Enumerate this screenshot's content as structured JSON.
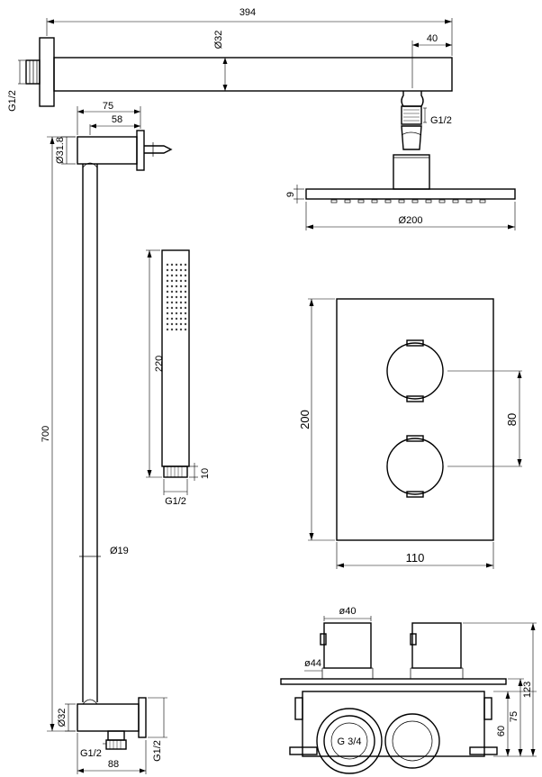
{
  "dimensions": {
    "arm_length": "394",
    "arm_diameter": "Ø32",
    "arm_end": "40",
    "arm_thread": "G1/2",
    "head_thread": "G1/2",
    "head_thickness": "9",
    "head_diameter": "Ø200",
    "bracket_outer": "75",
    "bracket_inner": "58",
    "bracket_diameter": "Ø31.8",
    "rail_length": "700",
    "rail_diameter": "Ø19",
    "handshower_length": "220",
    "handshower_neck": "10",
    "handshower_thread": "G1/2",
    "plate_height": "200",
    "plate_width": "110",
    "knob_spacing": "80",
    "elbow_diameter": "Ø32",
    "elbow_width": "88",
    "elbow_thread_left": "G1/2",
    "elbow_thread_right": "G1/2",
    "valve_knob_diameter": "ø40",
    "valve_rose_diameter": "ø44",
    "valve_inlet": "G 3/4",
    "valve_total_depth": "123",
    "valve_body_depth": "75",
    "valve_box_depth": "60"
  }
}
